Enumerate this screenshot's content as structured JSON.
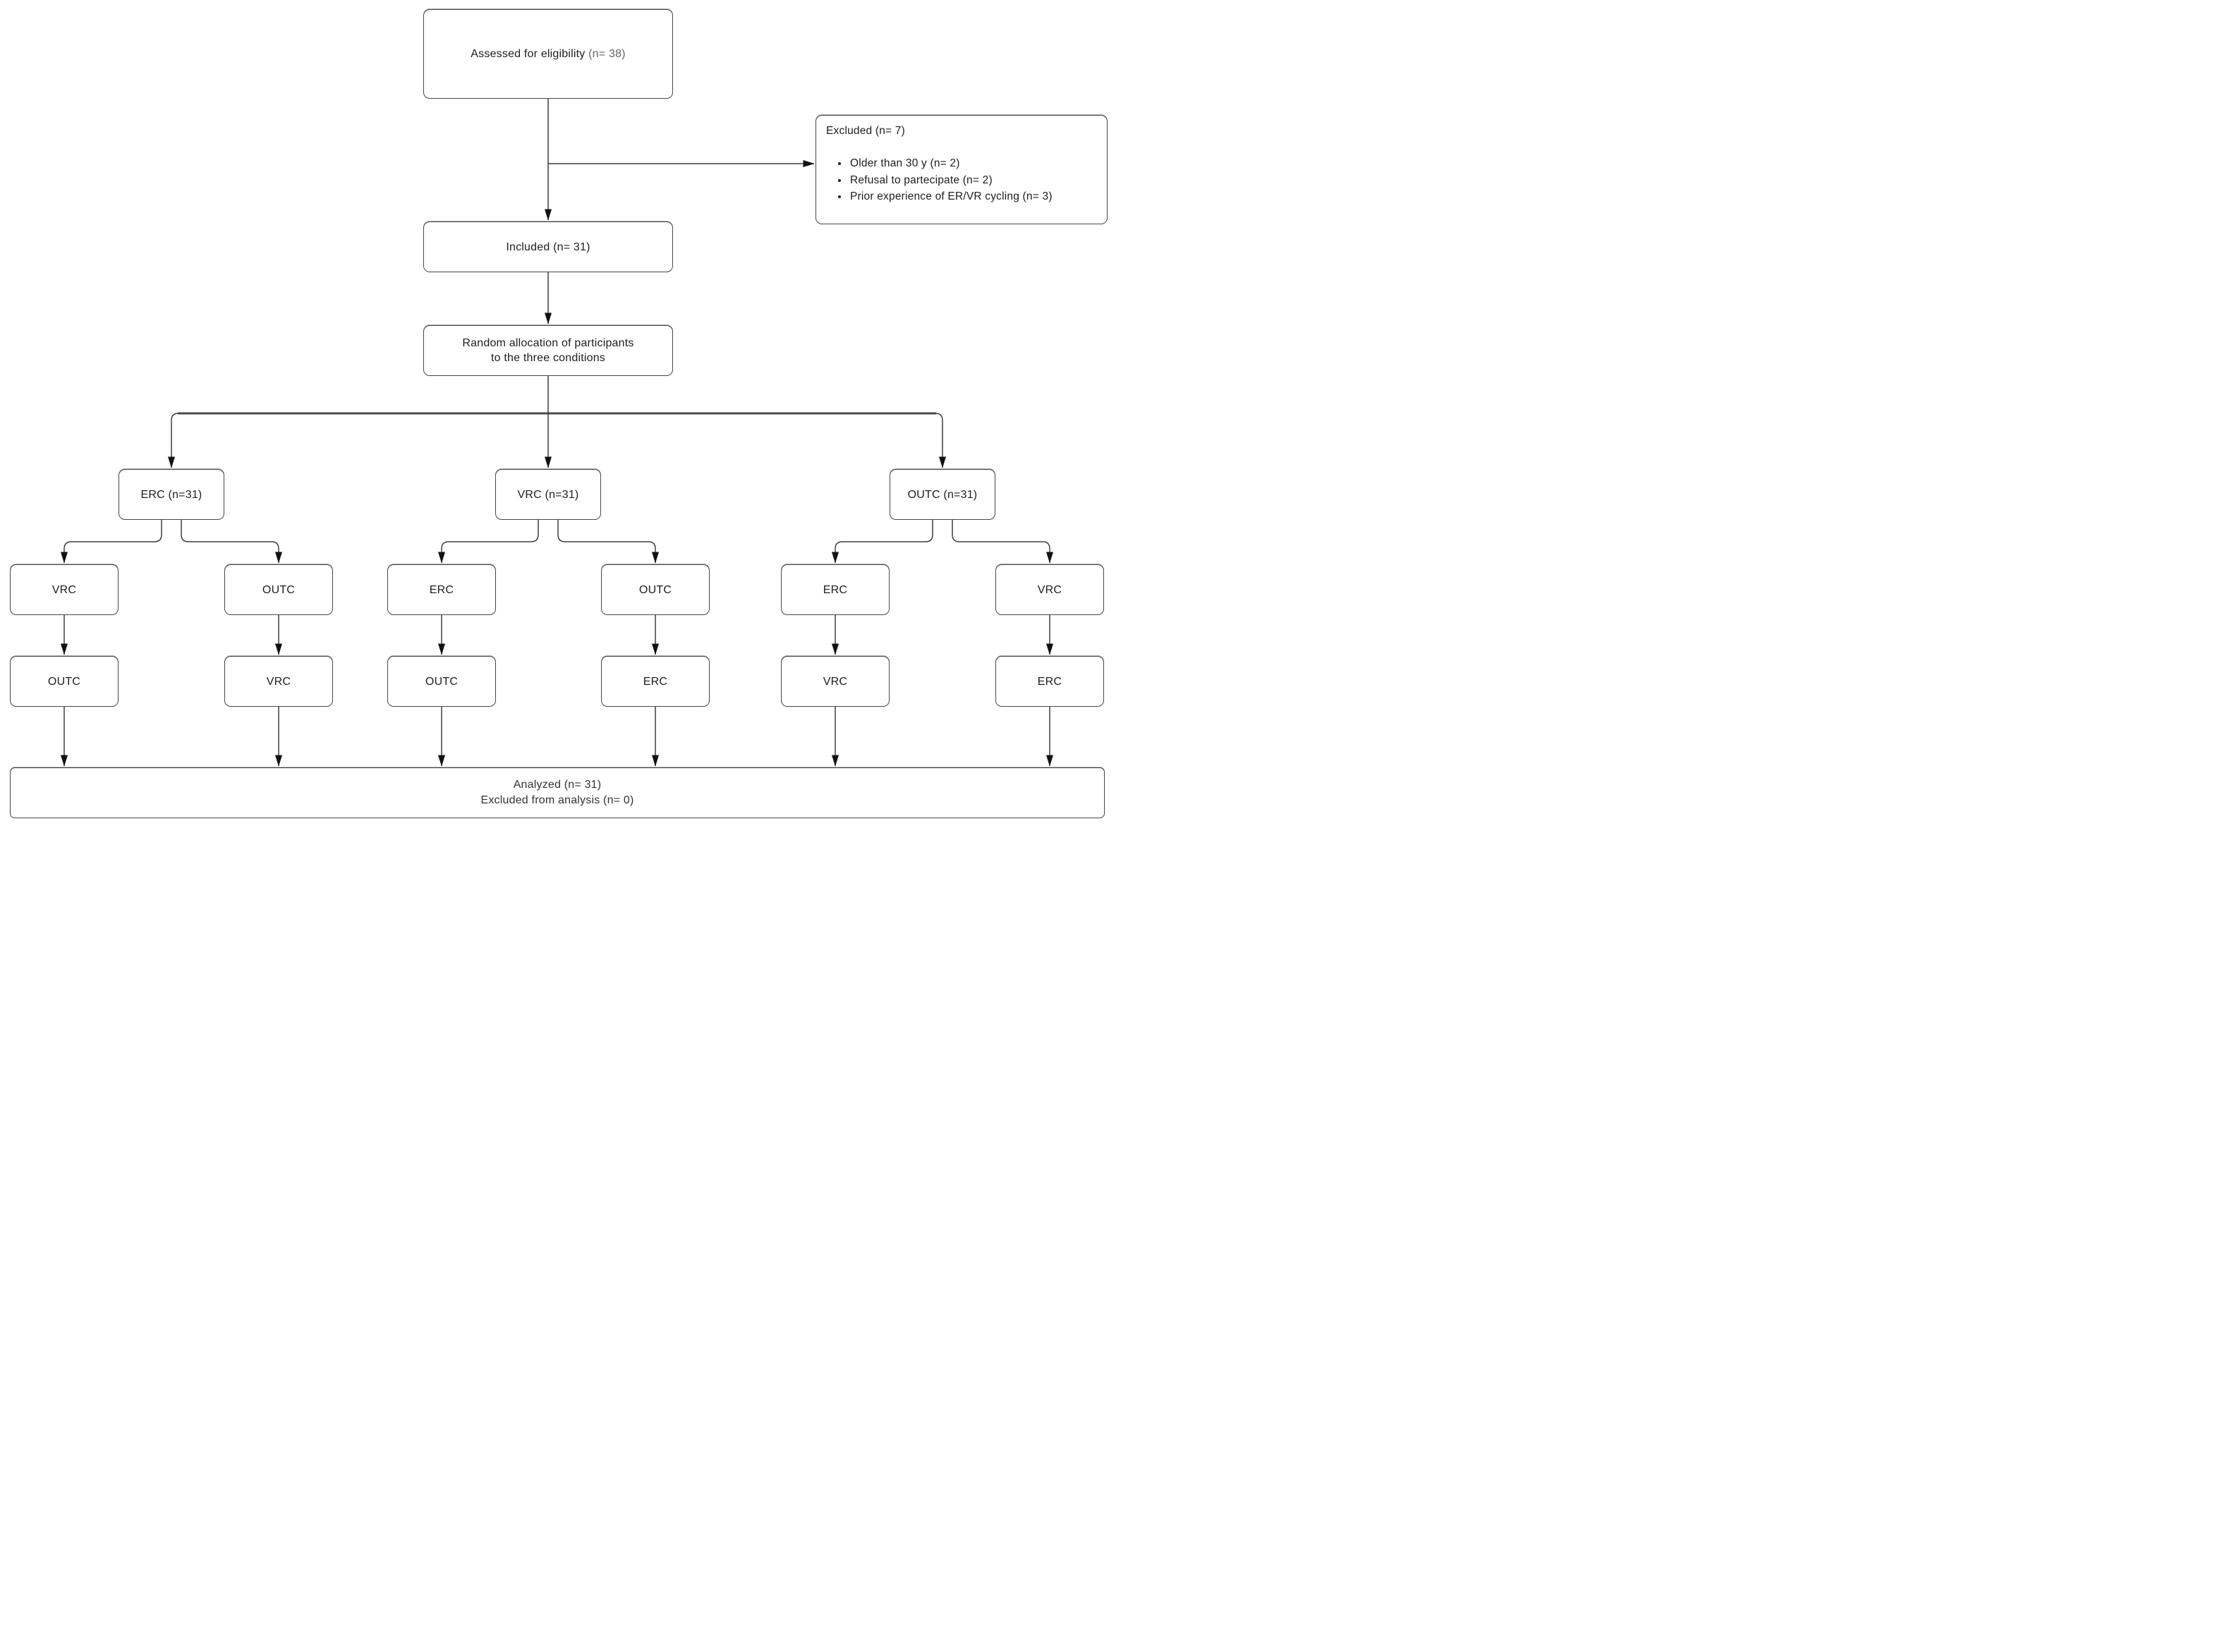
{
  "nodes": {
    "assessed": {
      "label": "Assessed for eligibility",
      "count": "(n= 38)"
    },
    "excluded": {
      "title": "Excluded (n= 7)",
      "bullets": [
        "Older than 30 y (n= 2)",
        "Refusal to partecipate (n= 2)",
        "Prior experience of ER/VR cycling (n= 3)"
      ]
    },
    "included": {
      "label": "Included (n= 31)"
    },
    "random": {
      "line1": "Random allocation of participants",
      "line2": "to the three conditions"
    },
    "arms": [
      {
        "label": "ERC (n=31)"
      },
      {
        "label": "VRC (n=31)"
      },
      {
        "label": "OUTC (n=31)"
      }
    ],
    "period2": [
      "VRC",
      "OUTC",
      "ERC",
      "OUTC",
      "ERC",
      "VRC"
    ],
    "period3": [
      "OUTC",
      "VRC",
      "OUTC",
      "ERC",
      "VRC",
      "ERC"
    ],
    "analyzed": {
      "line1": "Analyzed (n= 31)",
      "line2": "Excluded from analysis (n= 0)"
    }
  },
  "colors": {
    "background": "#ffffff",
    "box_border": "#474747",
    "text": "#1d1d1d",
    "count_muted": "#666666",
    "connector": "#3f3f3f",
    "distribution_bar": "#6f6f6f",
    "arrowhead": "#111111"
  }
}
